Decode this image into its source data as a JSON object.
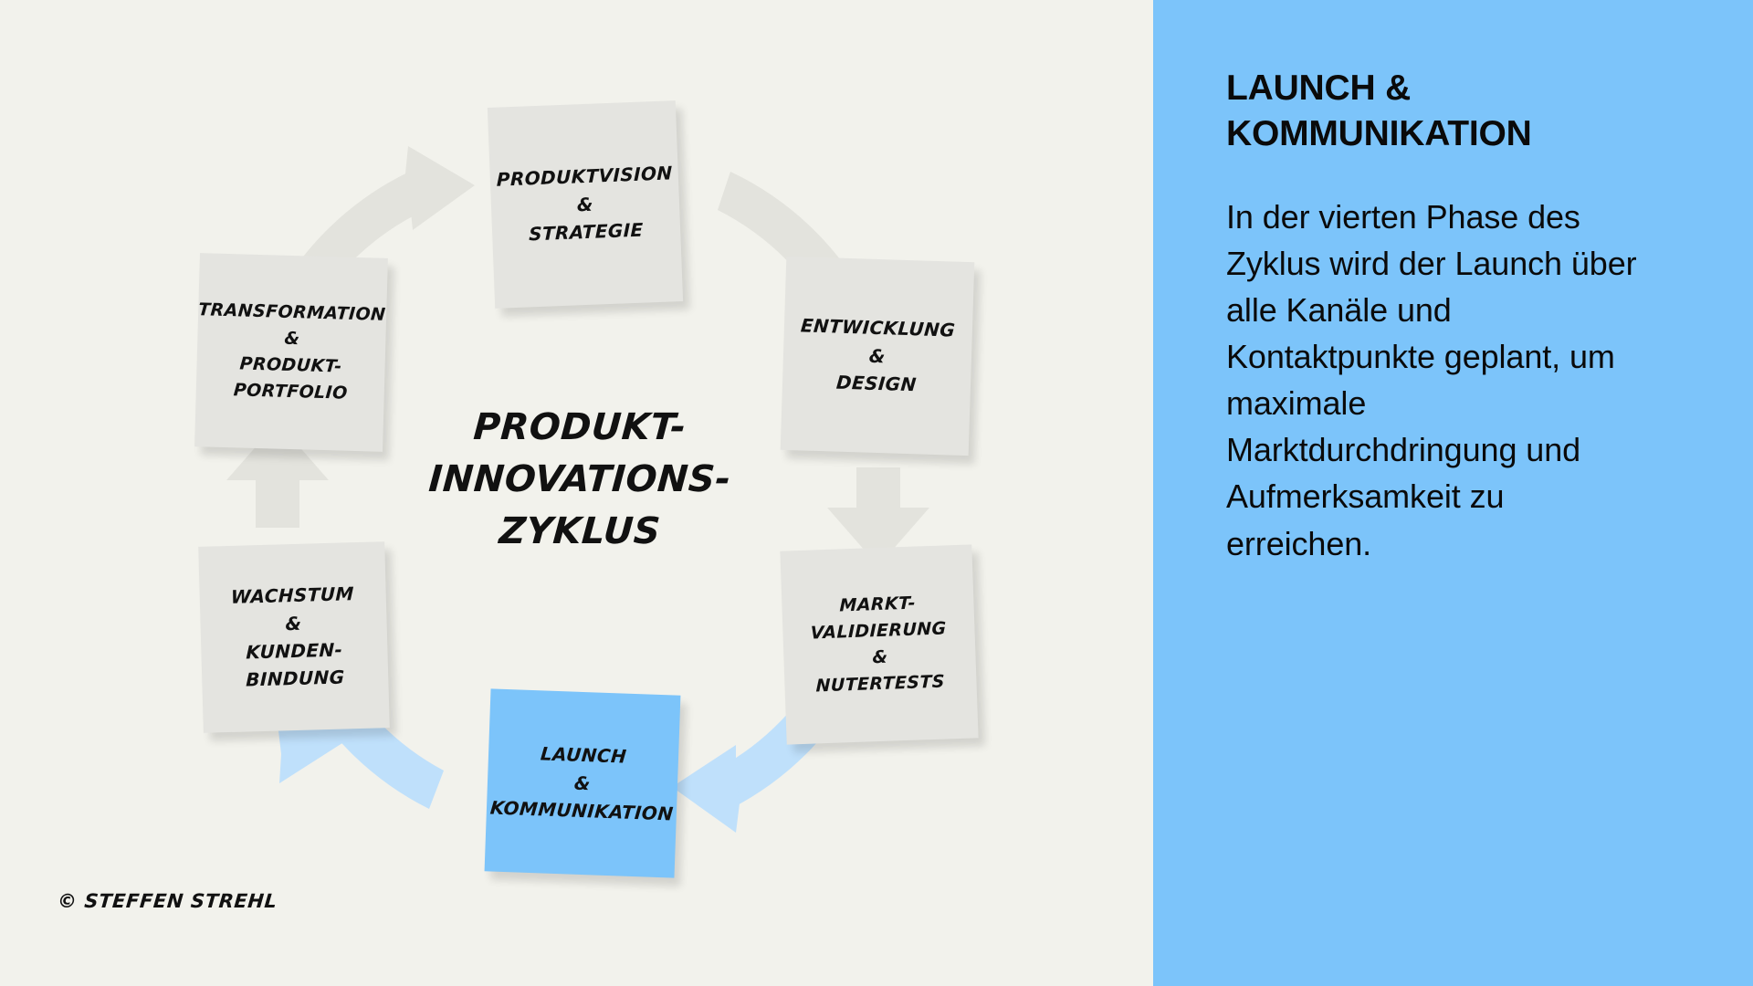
{
  "colors": {
    "canvas_bg": "#f2f2ec",
    "panel_bg": "#7cc4fa",
    "box_bg": "#e4e4e0",
    "accent_box_bg": "#7cc4fa",
    "arrow_gray": "#e3e3dd",
    "arrow_accent": "#bfe0fb",
    "text": "#111111"
  },
  "diagram": {
    "center_title_lines": [
      "PRODUKT-",
      "INNOVATIONS-",
      "ZYKLUS"
    ],
    "credit": "© STEFFEN STREHL",
    "boxes": [
      {
        "id": "produktvision",
        "position": "top",
        "active": false,
        "lines": [
          "PRODUKTVISION",
          "&",
          "STRATEGIE"
        ]
      },
      {
        "id": "entwicklung",
        "position": "right-top",
        "active": false,
        "lines": [
          "ENTWICKLUNG",
          "&",
          "DESIGN"
        ]
      },
      {
        "id": "marktvalidierung",
        "position": "right-bottom",
        "active": false,
        "lines": [
          "MARKT-",
          "VALIDIERUNG",
          "&",
          "NUTERTESTS"
        ]
      },
      {
        "id": "launch",
        "position": "bottom",
        "active": true,
        "lines": [
          "LAUNCH",
          "&",
          "KOMMUNIKATION"
        ]
      },
      {
        "id": "wachstum",
        "position": "left-bottom",
        "active": false,
        "lines": [
          "WACHSTUM",
          "&",
          "KUNDEN-",
          "BINDUNG"
        ]
      },
      {
        "id": "transformation",
        "position": "left-top",
        "active": false,
        "lines": [
          "TRANSFORMATION",
          "&",
          "PRODUKT-",
          "PORTFOLIO"
        ]
      }
    ]
  },
  "info_panel": {
    "title": "LAUNCH & KOMMUNIKATION",
    "body": "In der vierten Phase des Zyklus wird der Launch über alle Kanäle und Kontaktpunkte geplant, um maximale Marktdurchdringung und Aufmerksamkeit zu erreichen."
  }
}
